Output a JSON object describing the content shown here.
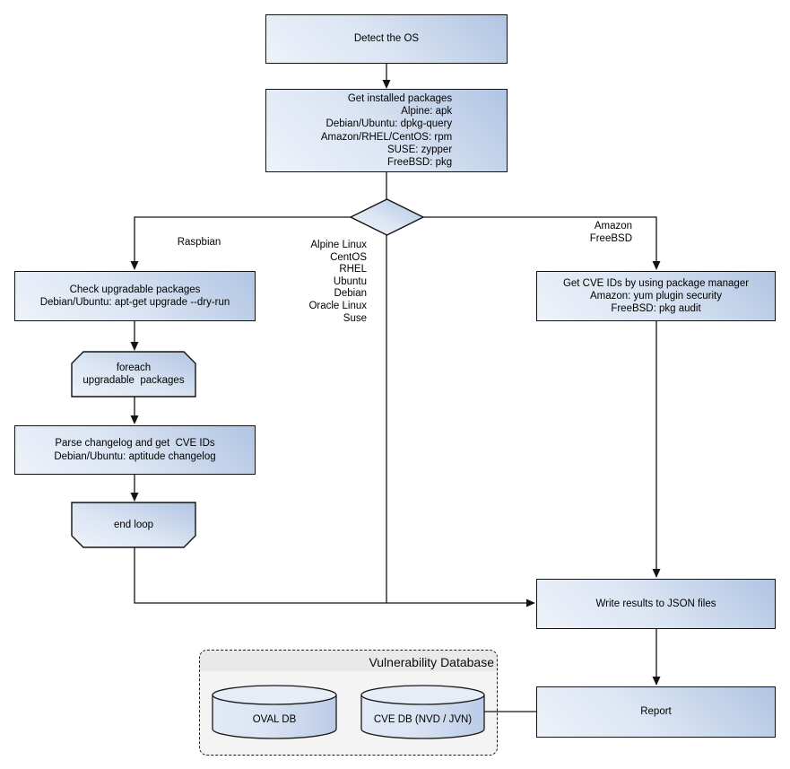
{
  "diagram": {
    "colors": {
      "background": "#ffffff",
      "node_fill_light": "#eef2fa",
      "node_fill_dark": "#b0c4e2",
      "node_border": "#131313",
      "edge_line": "#141414",
      "group_fill": "#f4f4f4",
      "group_titlebar_fill": "#e9e9e9",
      "cylinder_top_fill": "#e7edf7"
    },
    "nodes": {
      "detect_os": {
        "label": "Detect the OS"
      },
      "get_installed_packages": {
        "label": "Get installed packages\nAlpine: apk\nDebian/Ubuntu: dpkg-query\nAmazon/RHEL/CentOS: rpm\nSUSE: zypper\nFreeBSD: pkg"
      },
      "check_upgradable_packages": {
        "label": "Check upgradable packages\nDebian/Ubuntu: apt-get upgrade --dry-run"
      },
      "foreach_upgradable_packages": {
        "label": "foreach\nupgradable  packages"
      },
      "parse_changelog": {
        "label": "Parse changelog and get  CVE IDs\nDebian/Ubuntu: aptitude changelog"
      },
      "end_loop": {
        "label": "end loop"
      },
      "get_cve_ids": {
        "label": "Get CVE IDs by using package manager\nAmazon: yum plugin security\nFreeBSD: pkg audit"
      },
      "write_results": {
        "label": "Write results to JSON files"
      },
      "report": {
        "label": "Report"
      },
      "oval_db": {
        "label": "OVAL DB"
      },
      "cve_db": {
        "label": "CVE DB (NVD / JVN)"
      }
    },
    "edge_labels": {
      "raspbian": "Raspbian",
      "amazon_freebsd": "Amazon\nFreeBSD",
      "os_list": "Alpine Linux\nCentOS\nRHEL\nUbuntu\nDebian\nOracle Linux\nSuse"
    },
    "group": {
      "title": "Vulnerability Database"
    }
  }
}
